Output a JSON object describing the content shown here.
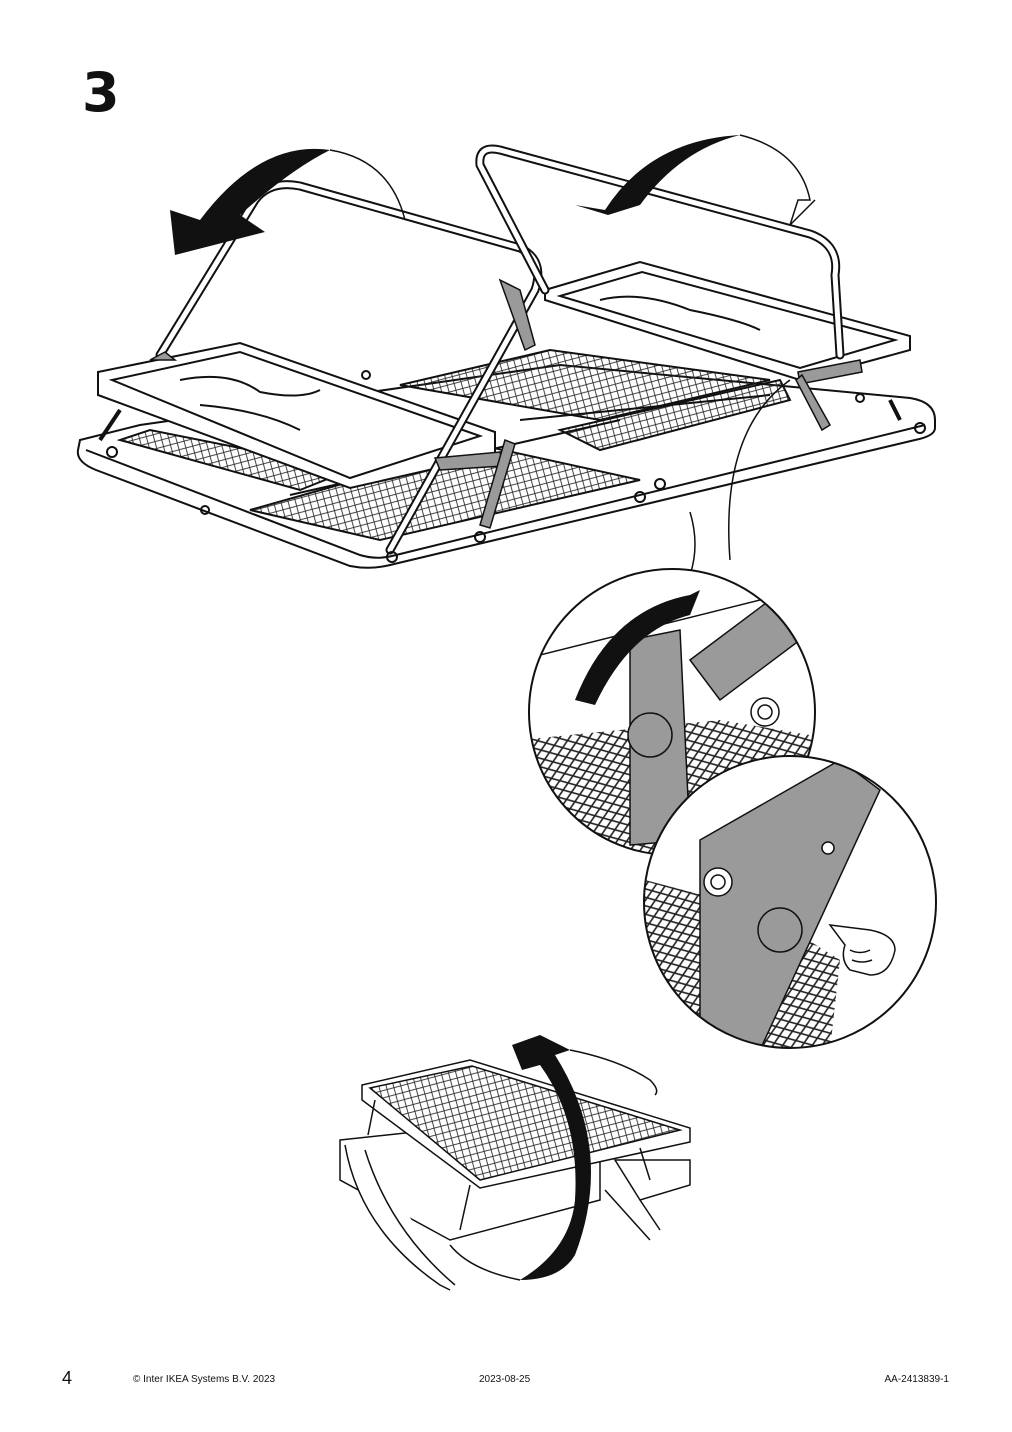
{
  "step": {
    "number": "3"
  },
  "footer": {
    "page_number": "4",
    "copyright": "© Inter IKEA Systems B.V. 2023",
    "date": "2023-08-25",
    "document_id": "AA-2413839-1"
  },
  "colors": {
    "line": "#111111",
    "hardware": "#9a9a9a",
    "arrow": "#111111",
    "background": "#ffffff"
  },
  "icons": [
    "rotate-arrow-left-icon",
    "rotate-arrow-right-icon",
    "lock-hinge-detail",
    "pointing-hand-icon",
    "flip-table-arrow-icon"
  ]
}
